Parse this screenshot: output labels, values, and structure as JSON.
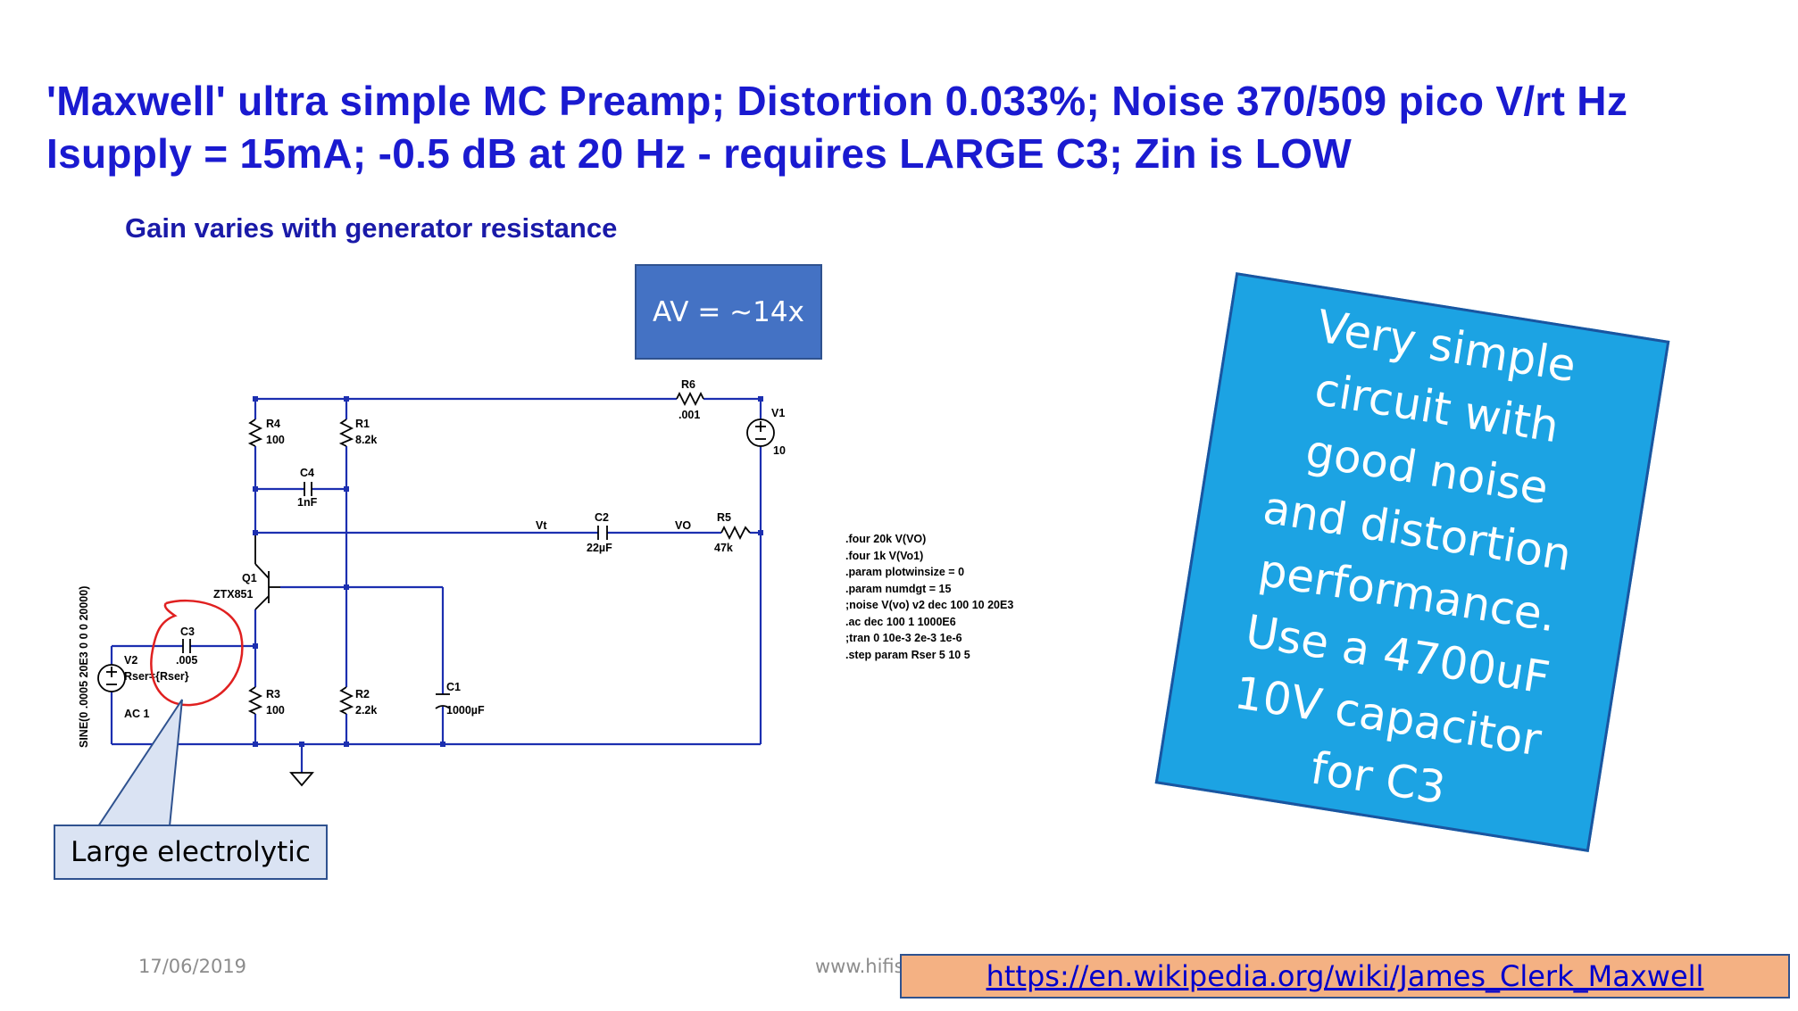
{
  "slide": {
    "title_line1": "'Maxwell' ultra simple MC Preamp; Distortion 0.033%; Noise 370/509 pico V/rt Hz",
    "title_line2": "Isupply = 15mA; -0.5 dB at 20 Hz - requires LARGE C3; Zin is LOW",
    "subtitle": "Gain varies with generator resistance",
    "av_label": "AV = ~14x",
    "note_lines": [
      "Very simple",
      "circuit with",
      "good noise",
      "and distortion",
      "performance.",
      "Use a 4700uF",
      "10V capacitor",
      "for C3"
    ],
    "callout_label": "Large electrolytic",
    "date": "17/06/2019",
    "website_partial": "www.hifis",
    "link": "https://en.wikipedia.org/wiki/James_Clerk_Maxwell"
  },
  "schematic": {
    "components": {
      "r6": {
        "name": "R6",
        "value": ".001"
      },
      "v1": {
        "name": "V1",
        "value": "10"
      },
      "r4": {
        "name": "R4",
        "value": "100"
      },
      "r1": {
        "name": "R1",
        "value": "8.2k"
      },
      "c4": {
        "name": "C4",
        "value": "1nF"
      },
      "c2": {
        "name": "C2",
        "value": "22µF"
      },
      "r5": {
        "name": "R5",
        "value": "47k"
      },
      "q1": {
        "name": "Q1",
        "value": "ZTX851"
      },
      "c3": {
        "name": "C3",
        "value": ".005"
      },
      "v2": {
        "name": "V2",
        "value": "Rser={Rser}",
        "ac": "AC 1",
        "sine": "SINE(0 .0005 20E3 0 0 0 20000)"
      },
      "r3": {
        "name": "R3",
        "value": "100"
      },
      "r2": {
        "name": "R2",
        "value": "2.2k"
      },
      "c1": {
        "name": "C1",
        "value": "1000µF"
      }
    },
    "nets": {
      "vt": "Vt",
      "vo": "VO"
    },
    "spice_directives": [
      ".four 20k V(VO)",
      ".four 1k V(Vo1)",
      ".param plotwinsize = 0",
      ".param numdgt = 15",
      ";noise V(vo) v2 dec 100 10 20E3",
      ".ac dec 100 1 1000E6",
      ";tran 0 10e-3 2e-3 1e-6",
      ".step param Rser 5 10 5"
    ]
  },
  "colors": {
    "title": "#1a1ad0",
    "wire": "#1c2fb0",
    "av_box": "#4472c4",
    "note_box": "#1ca3e3",
    "callout_box": "#dae3f3",
    "link_box": "#f4b183",
    "annotation_circle": "#e02020"
  }
}
